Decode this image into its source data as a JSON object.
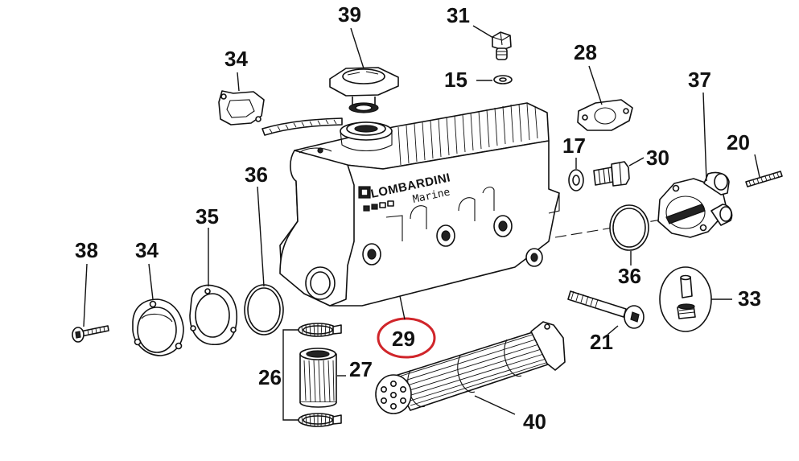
{
  "brand": {
    "name": "LOMBARDINI",
    "subtitle": "Marine"
  },
  "callouts": {
    "p39": "39",
    "p31": "31",
    "p34_top": "34",
    "p15": "15",
    "p28": "28",
    "p37": "37",
    "p17": "17",
    "p30": "30",
    "p20": "20",
    "p36_left": "36",
    "p35": "35",
    "p38": "38",
    "p34_left": "34",
    "p36_right": "36",
    "p33": "33",
    "p29": "29",
    "p21": "21",
    "p26": "26",
    "p27": "27",
    "p40": "40"
  },
  "highlight": {
    "part": "29",
    "color": "#d0252a"
  }
}
